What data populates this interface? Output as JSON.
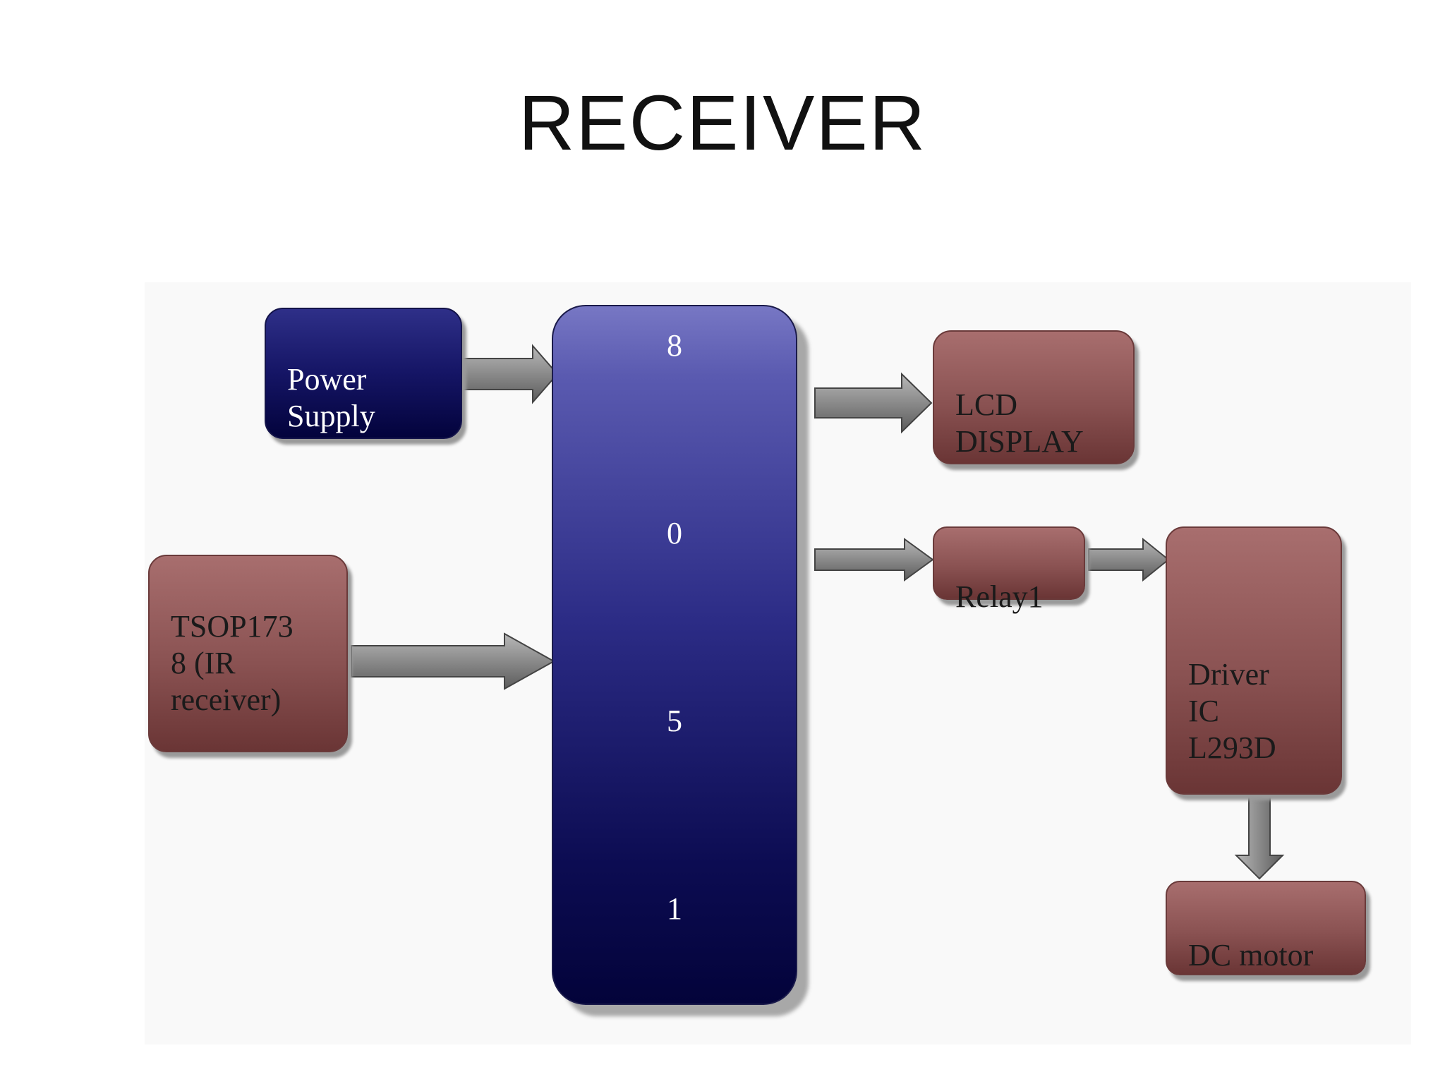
{
  "title": "RECEIVER",
  "blocks": {
    "power_supply": "Power\nSupply",
    "ir_receiver": "TSOP173\n8 (IR\nreceiver)",
    "microcontroller_digits": [
      "8",
      "0",
      "5",
      "1"
    ],
    "lcd_display": "LCD\nDISPLAY",
    "relay": "Relay1",
    "driver_ic": "Driver\nIC\nL293D",
    "dc_motor": "DC motor"
  },
  "colors": {
    "input_block": "#151565",
    "microcontroller": "#2c2c86",
    "output_block": "#8a5252",
    "arrow": "#7a7a7a"
  }
}
